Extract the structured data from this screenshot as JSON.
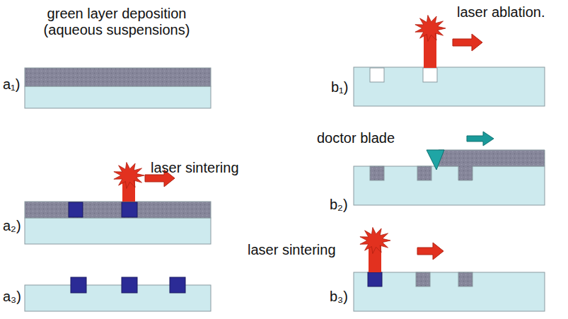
{
  "diagram": {
    "labels": [
      "green layer deposition (aqueous suspensions)",
      "a₁)",
      "laser sintering",
      "a₂)",
      "a₃)",
      "laser ablation.",
      "b₁)",
      "doctor blade",
      "b₂)",
      "laser sintering",
      "b₃)"
    ]
  }
}
